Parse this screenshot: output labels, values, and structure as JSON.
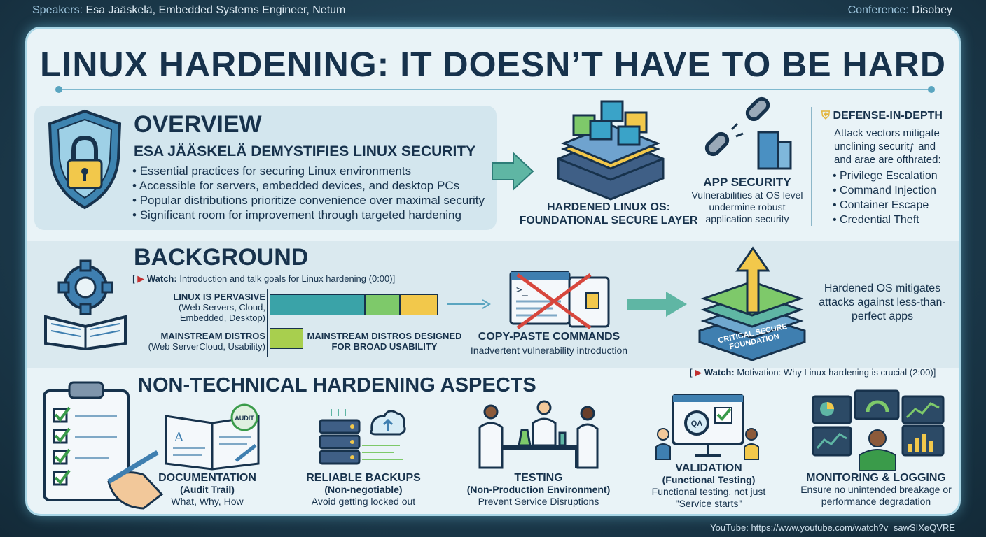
{
  "header": {
    "speakers_label": "Speakers:",
    "speakers_value": "Esa Jääskelä, Embedded Systems Engineer, Netum",
    "conference_label": "Conference:",
    "conference_value": "Disobey"
  },
  "title": "LINUX HARDENING: IT DOESN’T HAVE TO BE HARD",
  "overview": {
    "heading": "OVERVIEW",
    "subheading": "ESA JÄÄSKELÄ DEMYSTIFIES LINUX SECURITY",
    "bullets": [
      "Essential practices for securing Linux environments",
      "Accessible for servers, embedded devices, and desktop PCs",
      "Popular distributions prioritize convenience over maximal security",
      "Significant room for improvement through targeted hardening"
    ],
    "os_label_1": "HARDENED LINUX OS:",
    "os_label_2": "FOUNDATIONAL SECURE LAYER",
    "app_heading": "APP SECURITY",
    "app_text": "Vulnerabilities at OS level undermine robust application security",
    "did_heading": "DEFENSE-IN-DEPTH",
    "did_text": "Attack vectors mitigate unclining securitƒ and and arae are ofthrated:",
    "did_bullets": [
      "Privilege Escalation",
      "Command Injection",
      "Container Escape",
      "Credential Theft"
    ]
  },
  "background": {
    "heading": "BACKGROUND",
    "watch1_label": "Watch:",
    "watch1_text": "Introduction and talk goals for Linux hardening (0:00)]",
    "pervasive_head": "LINUX IS PERVASIVE",
    "pervasive_sub": "(Web Servers, Cloud, Embedded, Desktop)",
    "mainstream_head": "MAINSTREAM DISTROS",
    "mainstream_sub": "(Web ServerCloud, Usability)",
    "mainstream_right": "MAINSTREAM DISTROS DESIGNED FOR BROAD USABILITY",
    "copy_heading": "COPY-PASTE COMMANDS",
    "copy_text": "Inadvertent vulnerability introduction",
    "foundation_label": "CRITICAL SECURE FOUNDATION",
    "hardened_text": "Hardened OS mitigates attacks against less-than-perfect apps",
    "watch2_label": "Watch:",
    "watch2_text": "Motivation: Why Linux hardening is crucial (2:00)]"
  },
  "nontech": {
    "heading": "NON-TECHNICAL HARDENING ASPECTS",
    "audit_badge": "AUDIT",
    "qa_badge": "QA",
    "cards": [
      {
        "title": "DOCUMENTATION",
        "sub": "(Audit Trail)",
        "text": "What, Why, How"
      },
      {
        "title": "RELIABLE BACKUPS",
        "sub": "(Non-negotiable)",
        "text": "Avoid getting locked out"
      },
      {
        "title": "TESTING",
        "sub": "(Non-Production Environment)",
        "text": "Prevent Service Disruptions"
      },
      {
        "title": "VALIDATION",
        "sub": "(Functional Testing)",
        "text": "Functional testing, not just \"Service starts\""
      },
      {
        "title": "MONITORING & LOGGING",
        "sub": "",
        "text": "Ensure no unintended breakage or performance degradation"
      }
    ]
  },
  "footer": {
    "youtube": "YouTube: https://www.youtube.com/watch?v=sawSIXeQVRE"
  },
  "colors": {
    "accent_teal": "#3aa3a8",
    "accent_green": "#7ec96a",
    "accent_yellow": "#f2c84b",
    "navy": "#17324c"
  }
}
